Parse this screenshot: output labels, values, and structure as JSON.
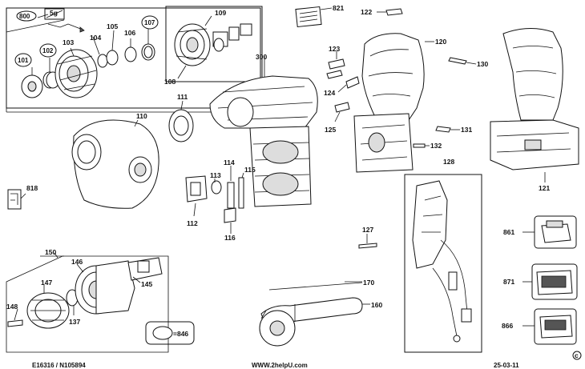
{
  "labels": {
    "p800": "800",
    "p101": "101",
    "p102": "102",
    "p103": "103",
    "p104": "104",
    "p105": "105",
    "p106": "106",
    "p107": "107",
    "p108": "108",
    "p109": "109",
    "p300": "300",
    "p821": "821",
    "p122": "122",
    "p120": "120",
    "p123": "123",
    "p130": "130",
    "p124": "124",
    "p125": "125",
    "p131": "131",
    "p132": "132",
    "p128": "128",
    "p111": "111",
    "p110": "110",
    "p818": "818",
    "p114": "114",
    "p113": "113",
    "p115": "115",
    "p112": "112",
    "p116": "116",
    "p121": "121",
    "p127": "127",
    "p150": "150",
    "p146": "146",
    "p147": "147",
    "p145": "145",
    "p148": "148",
    "p137": "137",
    "p170": "170",
    "p160": "160",
    "p846": "=846",
    "p861": "861",
    "p871": "871",
    "p866": "866"
  },
  "footer": {
    "left": "E16316 / N105894",
    "center": "WWW.2helpU.com",
    "right": "25-03-11"
  },
  "grease_tag": "5g"
}
